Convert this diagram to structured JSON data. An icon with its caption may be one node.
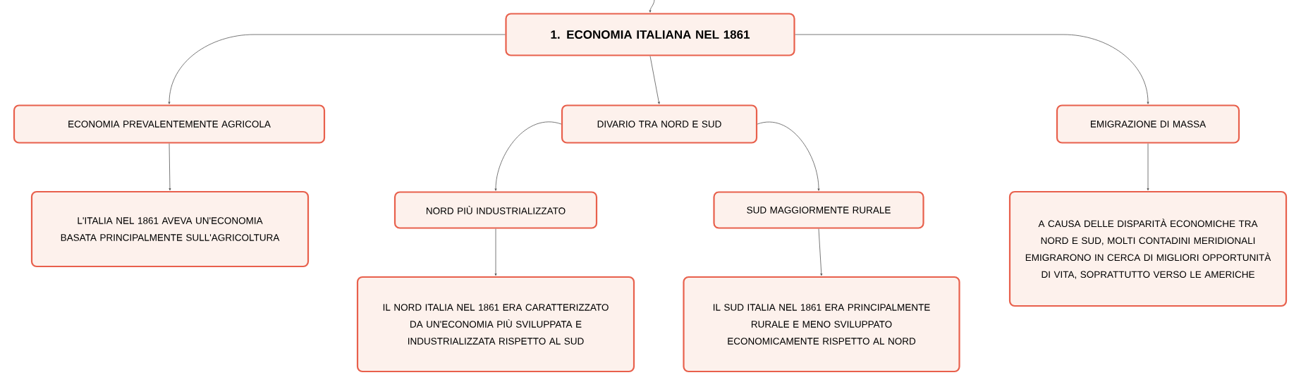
{
  "diagram": {
    "nodes": [
      {
        "text": [
          "1. ECONOMIA ITALIANA NEL 1861"
        ]
      },
      {
        "text": [
          "ECONOMIA PREVALENTEMENTE AGRICOLA"
        ]
      },
      {
        "text": [
          "L'ITALIA NEL 1861 AVEVA UN'ECONOMIA BASATA PRINCIPALMENTE SULL'AGRICOLTURA"
        ]
      },
      {
        "text": [
          "DIVARIO TRA NORD E SUD"
        ]
      },
      {
        "text": [
          "NORD PIÙ INDUSTRIALIZZATO"
        ]
      },
      {
        "text": [
          "IL NORD ITALIA NEL 1861 ERA CARATTERIZZATO DA UN'ECONOMIA PIÙ SVILUPPATA E INDUSTRIALIZZATA RISPETTO AL SUD"
        ]
      },
      {
        "text": [
          "SUD MAGGIORMENTE RURALE"
        ]
      },
      {
        "text": [
          "IL SUD ITALIA NEL 1861 ERA PRINCIPALMENTE RURALE E MENO SVILUPPATO ECONOMICAMENTE RISPETTO AL NORD"
        ]
      },
      {
        "text": [
          "EMIGRAZIONE DI MASSA"
        ]
      },
      {
        "text": [
          "A CAUSA DELLE DISPARITÀ ECONOMICHE TRA NORD E SUD, MOLTI CONTADINI MERIDIONALI EMIGRARONO IN CERCA DI MIGLIORI OPPORTUNITÀ DI VITA, SOPRATTUTTO VERSO LE AMERICHE"
        ]
      }
    ],
    "edges": [
      {
        "from": null,
        "to": 0,
        "arrow": "to"
      },
      {
        "from": 0,
        "to": 1,
        "arrow": "to"
      },
      {
        "from": 0,
        "to": 3,
        "arrow": "to"
      },
      {
        "from": 0,
        "to": 8,
        "arrow": "to"
      },
      {
        "from": 1,
        "to": 2,
        "arrow": "to"
      },
      {
        "from": 3,
        "to": 4,
        "arrow": "to"
      },
      {
        "from": 3,
        "to": 6,
        "arrow": "to"
      },
      {
        "from": 4,
        "to": 5,
        "arrow": "to"
      },
      {
        "from": 6,
        "to": 7,
        "arrow": "to"
      },
      {
        "from": 8,
        "to": 9,
        "arrow": "to"
      }
    ]
  }
}
